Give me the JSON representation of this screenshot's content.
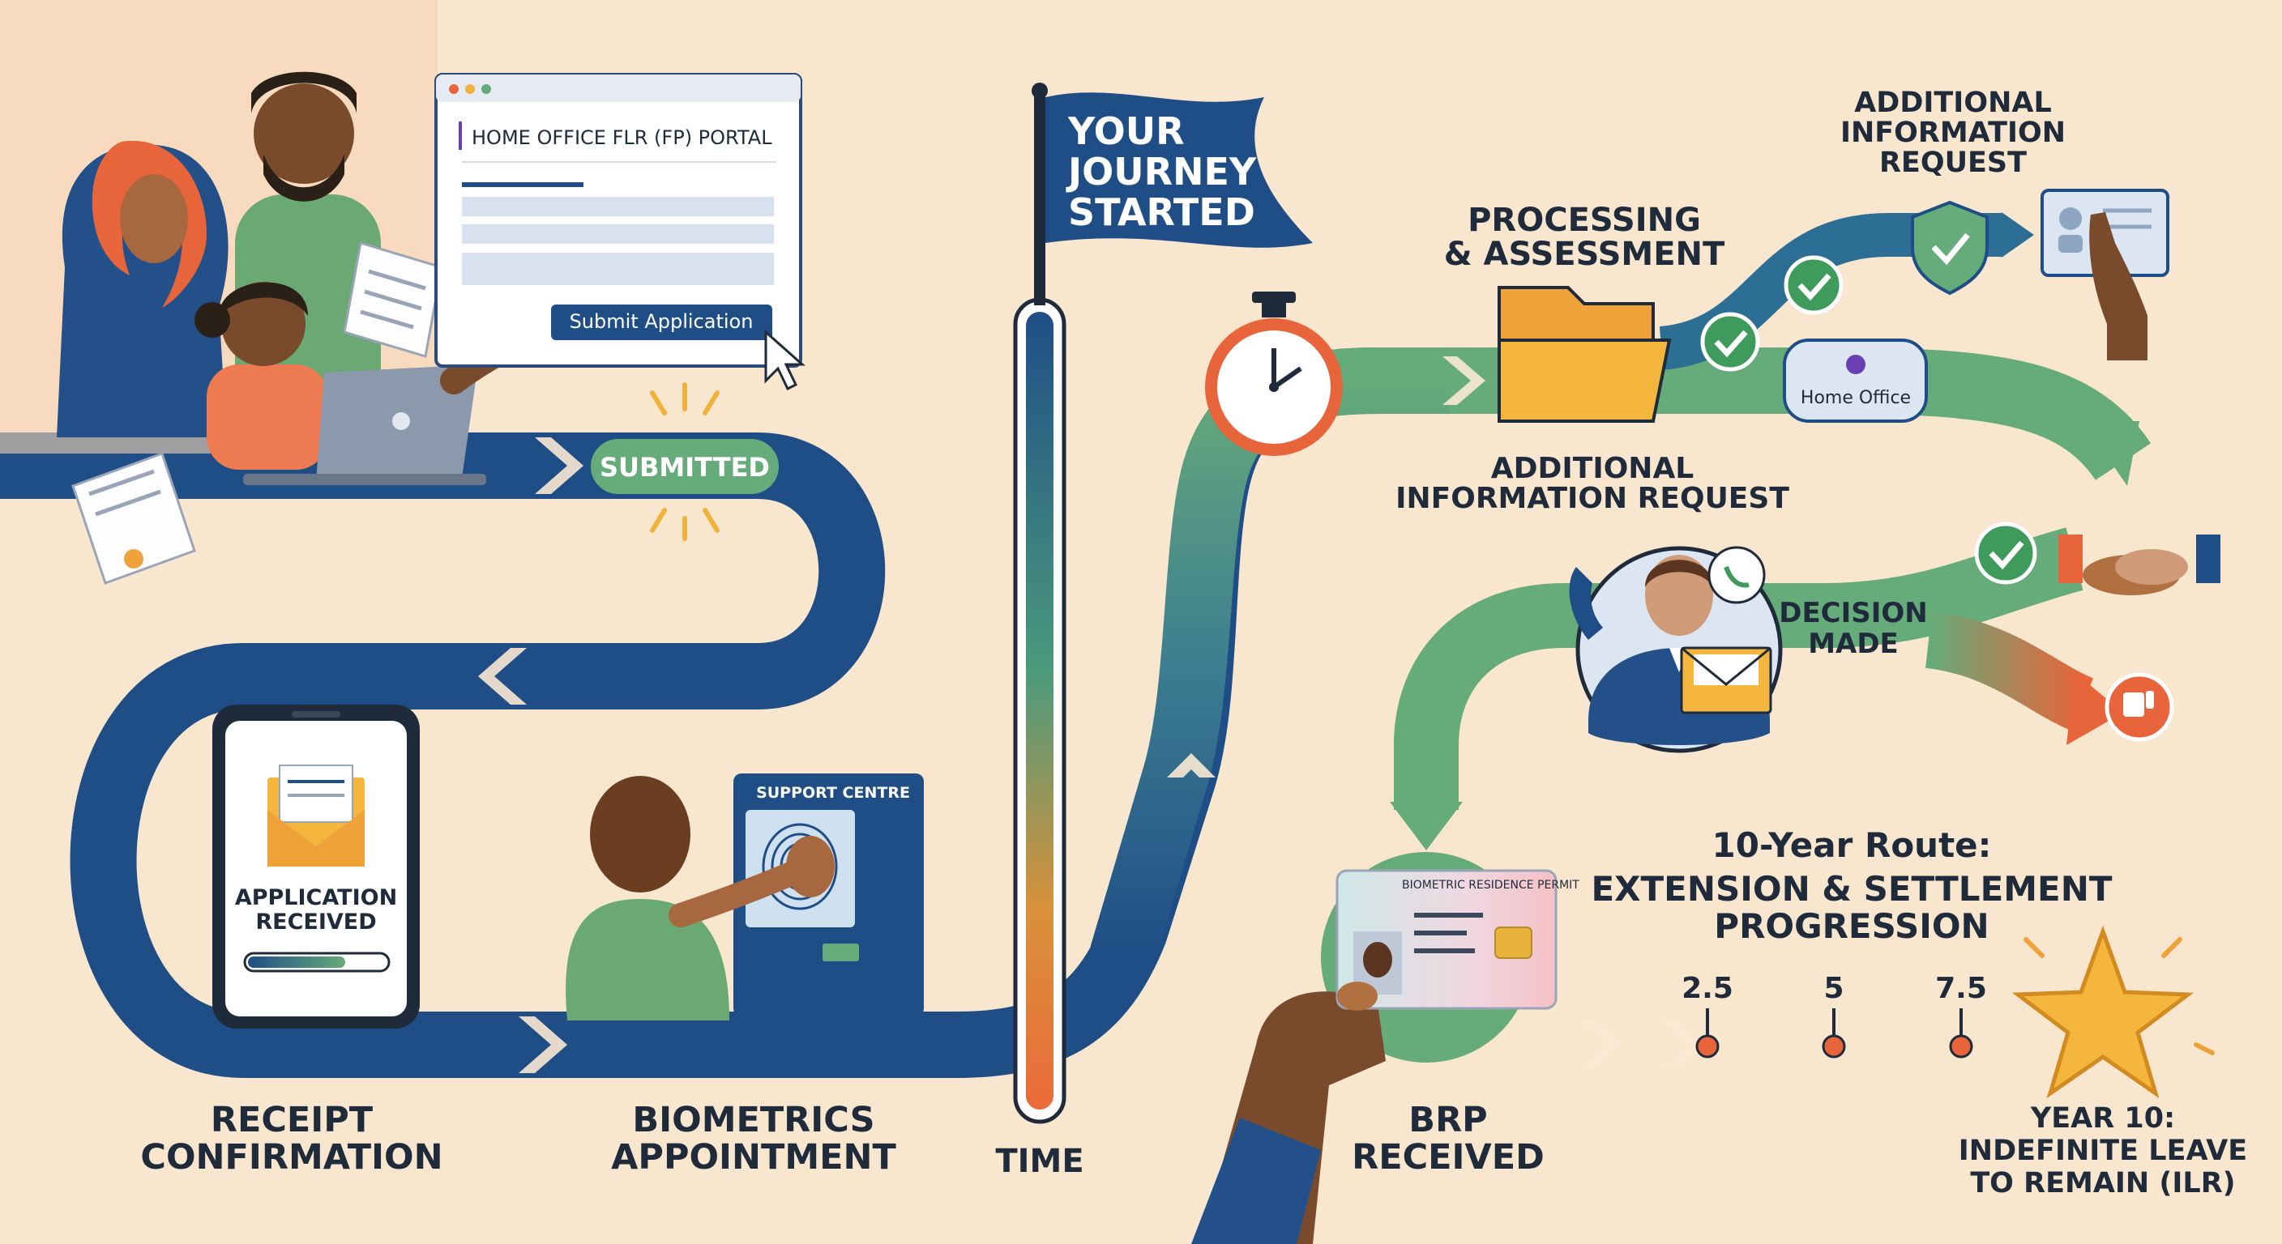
{
  "portal": {
    "title": "HOME OFFICE FLR (FP) PORTAL",
    "submit_label": "Submit Application"
  },
  "submitted_badge": "SUBMITTED",
  "phone": {
    "line1": "APPLICATION",
    "line2": "RECEIVED"
  },
  "kiosk": {
    "title": "SUPPORT CENTRE"
  },
  "flag": {
    "line1": "YOUR",
    "line2": "JOURNEY",
    "line3": "STARTED"
  },
  "time_label": "TIME",
  "processing": {
    "line1": "PROCESSING",
    "line2": "& ASSESSMENT"
  },
  "top_request": {
    "line1": "ADDITIONAL",
    "line2": "INFORMATION",
    "line3": "REQUEST"
  },
  "home_office_badge": "Home Office",
  "mid_request": {
    "line1": "ADDITIONAL",
    "line2": "INFORMATION REQUEST"
  },
  "decision": {
    "line1": "DECISION",
    "line2": "MADE"
  },
  "brp_card": {
    "header": "BIOMETRIC RESIDENCE PERMIT"
  },
  "route": {
    "line1": "10-Year Route:",
    "line2": "EXTENSION & SETTLEMENT",
    "line3": "PROGRESSION"
  },
  "milestones": [
    "2.5",
    "5",
    "7.5"
  ],
  "ilr": {
    "line1": "YEAR 10:",
    "line2": "INDEFINITE LEAVE",
    "line3": "TO REMAIN (ILR)"
  },
  "stages": {
    "receipt": {
      "line1": "RECEIPT",
      "line2": "CONFIRMATION"
    },
    "biometrics": {
      "line1": "BIOMETRICS",
      "line2": "APPOINTMENT"
    },
    "brp": {
      "line1": "BRP",
      "line2": "RECEIVED"
    }
  },
  "colors": {
    "background": "#f9e6cf",
    "path_blue": "#1f4e86",
    "path_green": "#66ab7a",
    "accent_orange": "#e8643a",
    "check_green": "#3f9b5b",
    "star_gold": "#f5b63d"
  }
}
